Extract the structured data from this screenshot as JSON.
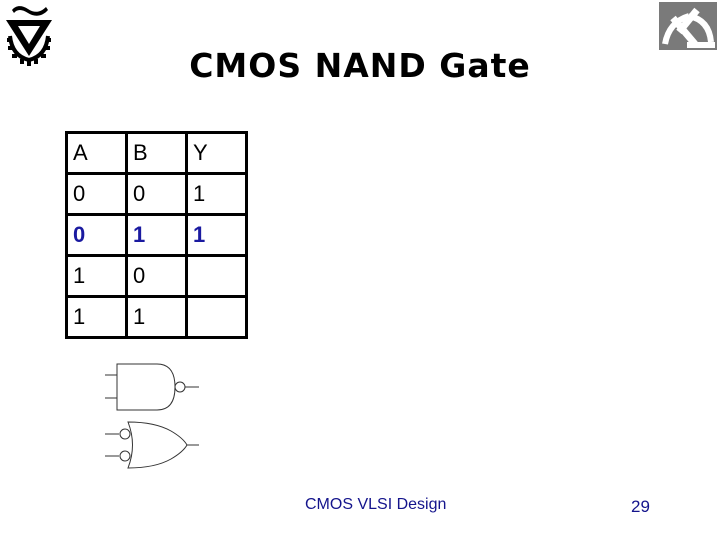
{
  "slide": {
    "title": "CMOS NAND Gate",
    "footer": "CMOS VLSI Design",
    "page_number": "29"
  },
  "logos": {
    "left": "technion-logo-icon",
    "right": "faculty-logo-icon"
  },
  "truth_table": {
    "headers": [
      "A",
      "B",
      "Y"
    ],
    "rows": [
      [
        "0",
        "0",
        "1"
      ],
      [
        "0",
        "1",
        "1"
      ],
      [
        "1",
        "0",
        ""
      ],
      [
        "1",
        "1",
        ""
      ]
    ],
    "highlighted_row": 1,
    "highlight_color": "#1a1aa0"
  },
  "diagrams": {
    "top": "nand-gate-symbol",
    "bottom": "or-gate-with-inverted-inputs-symbol"
  },
  "colors": {
    "footer": "#14148c",
    "title": "#000000"
  }
}
